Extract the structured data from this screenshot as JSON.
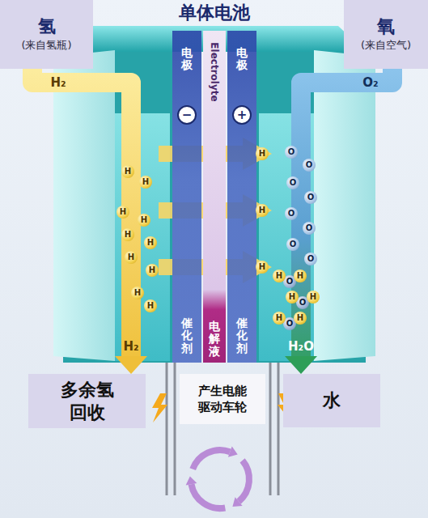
{
  "diagram": {
    "title": "单体电池",
    "nodes": [
      {
        "text": [
          "氢",
          "(来自氢瓶)"
        ]
      },
      {
        "text": [
          "氧",
          "(来自空气)"
        ]
      },
      {
        "text": [
          "电极",
          "催化剂"
        ]
      },
      {
        "text": [
          "Electrolyte",
          "电解液"
        ]
      },
      {
        "text": [
          "电极",
          "催化剂"
        ]
      },
      {
        "text": [
          "多余氢 回收"
        ]
      },
      {
        "text": [
          "产生电能 驱动车轮"
        ]
      },
      {
        "text": [
          "水"
        ]
      }
    ],
    "edges": [
      {
        "from": 0,
        "to": 5,
        "arrow": "to"
      },
      {
        "from": 1,
        "to": 7,
        "arrow": "to"
      }
    ],
    "labels": [
      "H₂",
      "O₂",
      "H₂",
      "H₂O",
      "−",
      "+",
      "H",
      "H",
      "H",
      "H",
      "H",
      "H",
      "H",
      "H",
      "H",
      "H",
      "H",
      "H",
      "H",
      "O",
      "O",
      "O",
      "O",
      "O",
      "O",
      "O",
      "O",
      "O",
      "O",
      "O",
      "H",
      "H",
      "H",
      "H",
      "H",
      "H"
    ]
  }
}
